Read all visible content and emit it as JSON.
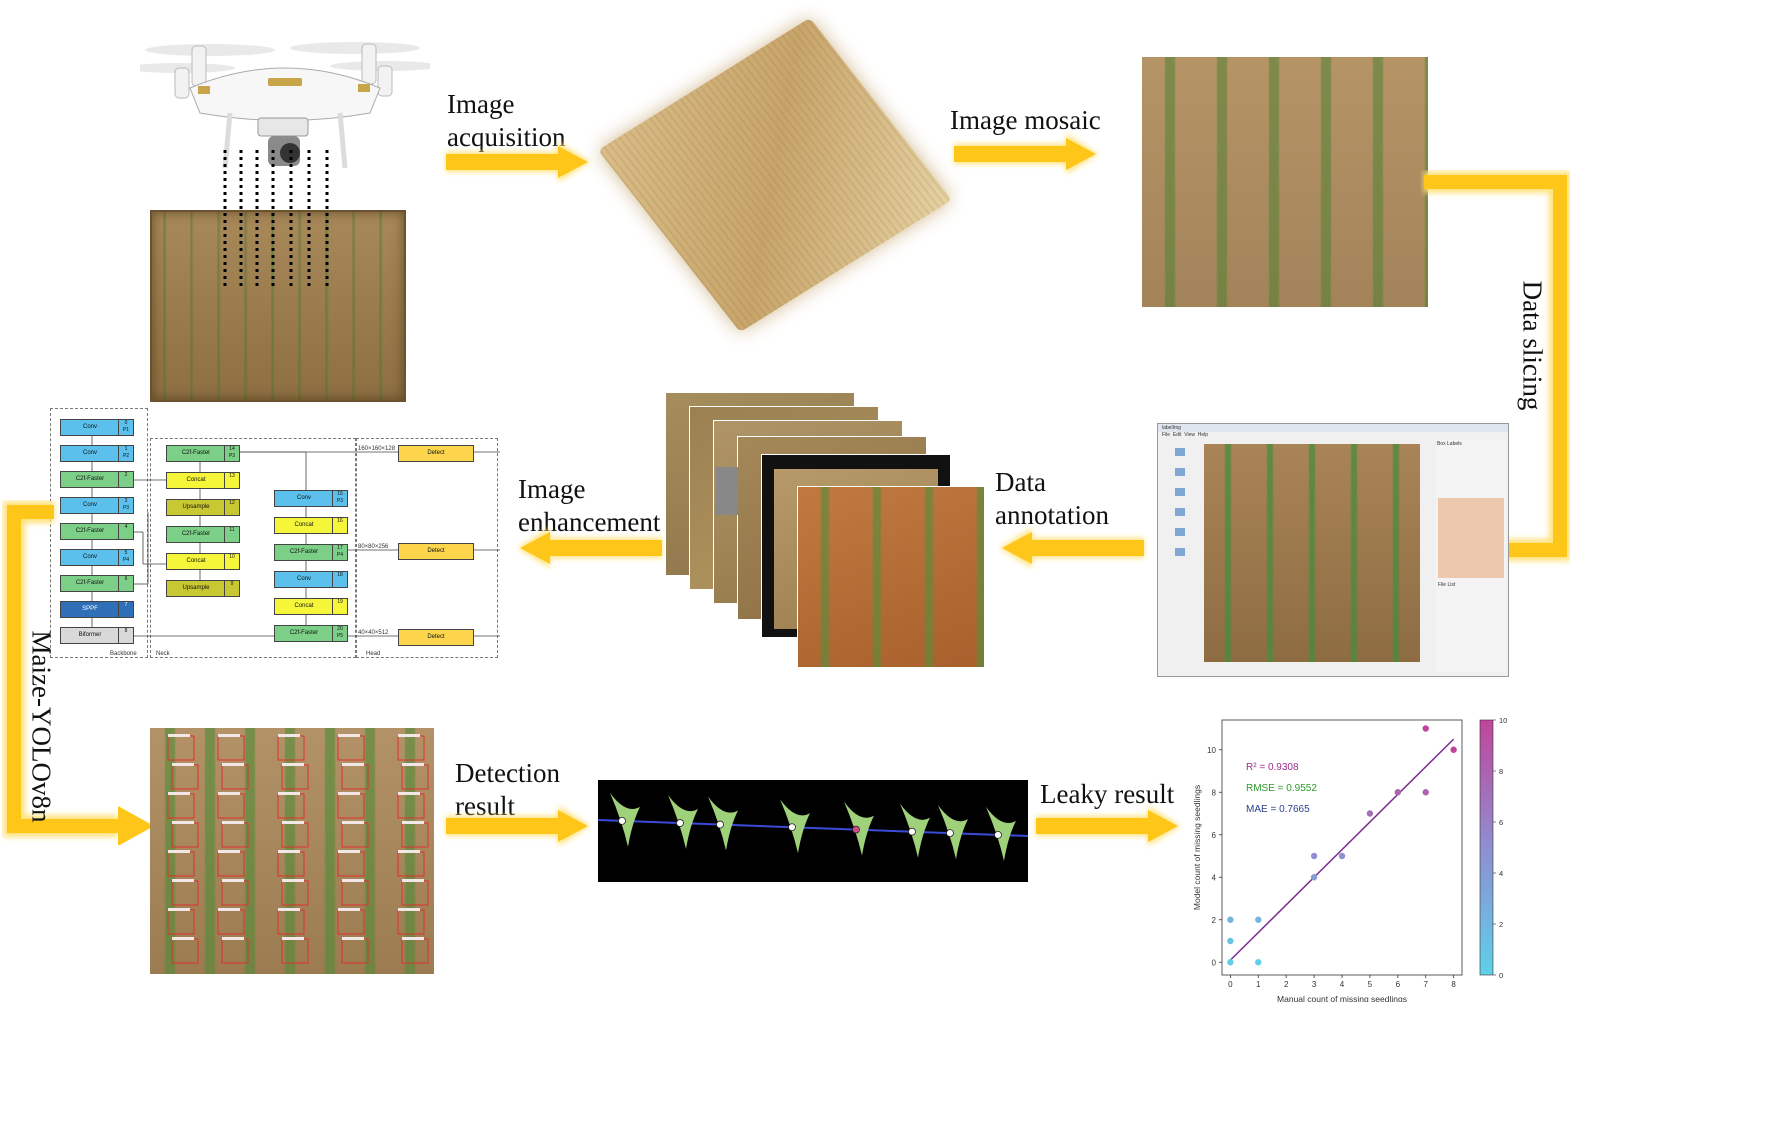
{
  "steps": {
    "image_acquisition": "Image\nacquisition",
    "image_mosaic": "Image mosaic",
    "data_slicing": "Data slicing",
    "data_annotation": "Data\nannotation",
    "image_enhancement": "Image\nenhancement",
    "maize_yolo": "Maize-YOLOv8n",
    "detection_result": "Detection\nresult",
    "leaky_result": "Leaky result"
  },
  "colors": {
    "arrow": "#ffc61a",
    "arrow_glow": "#ffe27a",
    "soil": "#a8895a",
    "seedling": "#5f9a3a",
    "conv_block": "#5bc0eb",
    "c2f_block": "#7ccf86",
    "concat_block": "#f5f53a",
    "upsample_block": "#c8c832",
    "sppf_block": "#2f6fb8",
    "biformer_block": "#d9d9d9",
    "detect_block": "#fcd54c",
    "regression_line": "#7b2c8f"
  },
  "network": {
    "backbone": [
      {
        "label": "Conv",
        "num": "0\nP1",
        "type": "conv"
      },
      {
        "label": "Conv",
        "num": "1\nP2",
        "type": "conv"
      },
      {
        "label": "C2f-Faster",
        "num": "2",
        "type": "c2f"
      },
      {
        "label": "Conv",
        "num": "3\nP3",
        "type": "conv"
      },
      {
        "label": "C2f-Faster",
        "num": "4",
        "type": "c2f"
      },
      {
        "label": "Conv",
        "num": "5\nP4",
        "type": "conv"
      },
      {
        "label": "C2f-Faster",
        "num": "6",
        "type": "c2f"
      },
      {
        "label": "SPPF",
        "num": "7",
        "type": "sppf"
      },
      {
        "label": "Biformer",
        "num": "8",
        "type": "biformer"
      }
    ],
    "neck_left": [
      {
        "label": "C2f-Faster",
        "num": "14\nP3",
        "type": "c2f"
      },
      {
        "label": "Concat",
        "num": "13",
        "type": "concat"
      },
      {
        "label": "Upsample",
        "num": "12",
        "type": "upsample"
      },
      {
        "label": "C2f-Faster",
        "num": "11",
        "type": "c2f"
      },
      {
        "label": "Concat",
        "num": "10",
        "type": "concat"
      },
      {
        "label": "Upsample",
        "num": "9",
        "type": "upsample"
      }
    ],
    "neck_right": [
      {
        "label": "Conv",
        "num": "15\nP3",
        "type": "conv"
      },
      {
        "label": "Concat",
        "num": "16",
        "type": "concat"
      },
      {
        "label": "C2f-Faster",
        "num": "17\nP4",
        "type": "c2f"
      },
      {
        "label": "Conv",
        "num": "18",
        "type": "conv"
      },
      {
        "label": "Concat",
        "num": "19",
        "type": "concat"
      },
      {
        "label": "C2f-Faster",
        "num": "20\nP5",
        "type": "c2f"
      }
    ],
    "head": [
      {
        "label": "Detect",
        "size": "160×160×128"
      },
      {
        "label": "Detect",
        "size": "80×80×256"
      },
      {
        "label": "Detect",
        "size": "40×40×512"
      }
    ],
    "section_labels": [
      "Backbone",
      "Neck",
      "Head"
    ]
  },
  "annotation_tool": {
    "title": "labelImg",
    "menu": [
      "File",
      "Edit",
      "View",
      "Help"
    ],
    "box_labels_header": "Box Labels",
    "file_list_header": "File List"
  },
  "chart_data": {
    "type": "scatter",
    "xlabel": "Manual count of missing seedlings",
    "ylabel": "Model count of missing seedlings",
    "xlim": [
      0,
      8
    ],
    "ylim": [
      0,
      11
    ],
    "xticks": [
      0,
      1,
      2,
      3,
      4,
      5,
      6,
      7,
      8
    ],
    "yticks": [
      0,
      2,
      4,
      6,
      8,
      10
    ],
    "points": [
      {
        "x": 0,
        "y": 0
      },
      {
        "x": 0,
        "y": 1
      },
      {
        "x": 0,
        "y": 2
      },
      {
        "x": 1,
        "y": 0
      },
      {
        "x": 1,
        "y": 2
      },
      {
        "x": 3,
        "y": 4
      },
      {
        "x": 3,
        "y": 5
      },
      {
        "x": 4,
        "y": 5
      },
      {
        "x": 5,
        "y": 7
      },
      {
        "x": 6,
        "y": 8
      },
      {
        "x": 7,
        "y": 8
      },
      {
        "x": 7,
        "y": 11
      },
      {
        "x": 8,
        "y": 10
      }
    ],
    "fit_line": {
      "x": [
        0,
        8
      ],
      "y": [
        0.1,
        10.5
      ]
    },
    "annotations": [
      {
        "text": "R² = 0.9308",
        "color": "#9b2d8f"
      },
      {
        "text": "RMSE = 0.9552",
        "color": "#2e9a2e"
      },
      {
        "text": "MAE = 0.7665",
        "color": "#2b3d8f"
      }
    ],
    "colorbar": {
      "min": 0,
      "max": 10,
      "ticks": [
        0,
        2,
        4,
        6,
        8,
        10
      ]
    }
  }
}
